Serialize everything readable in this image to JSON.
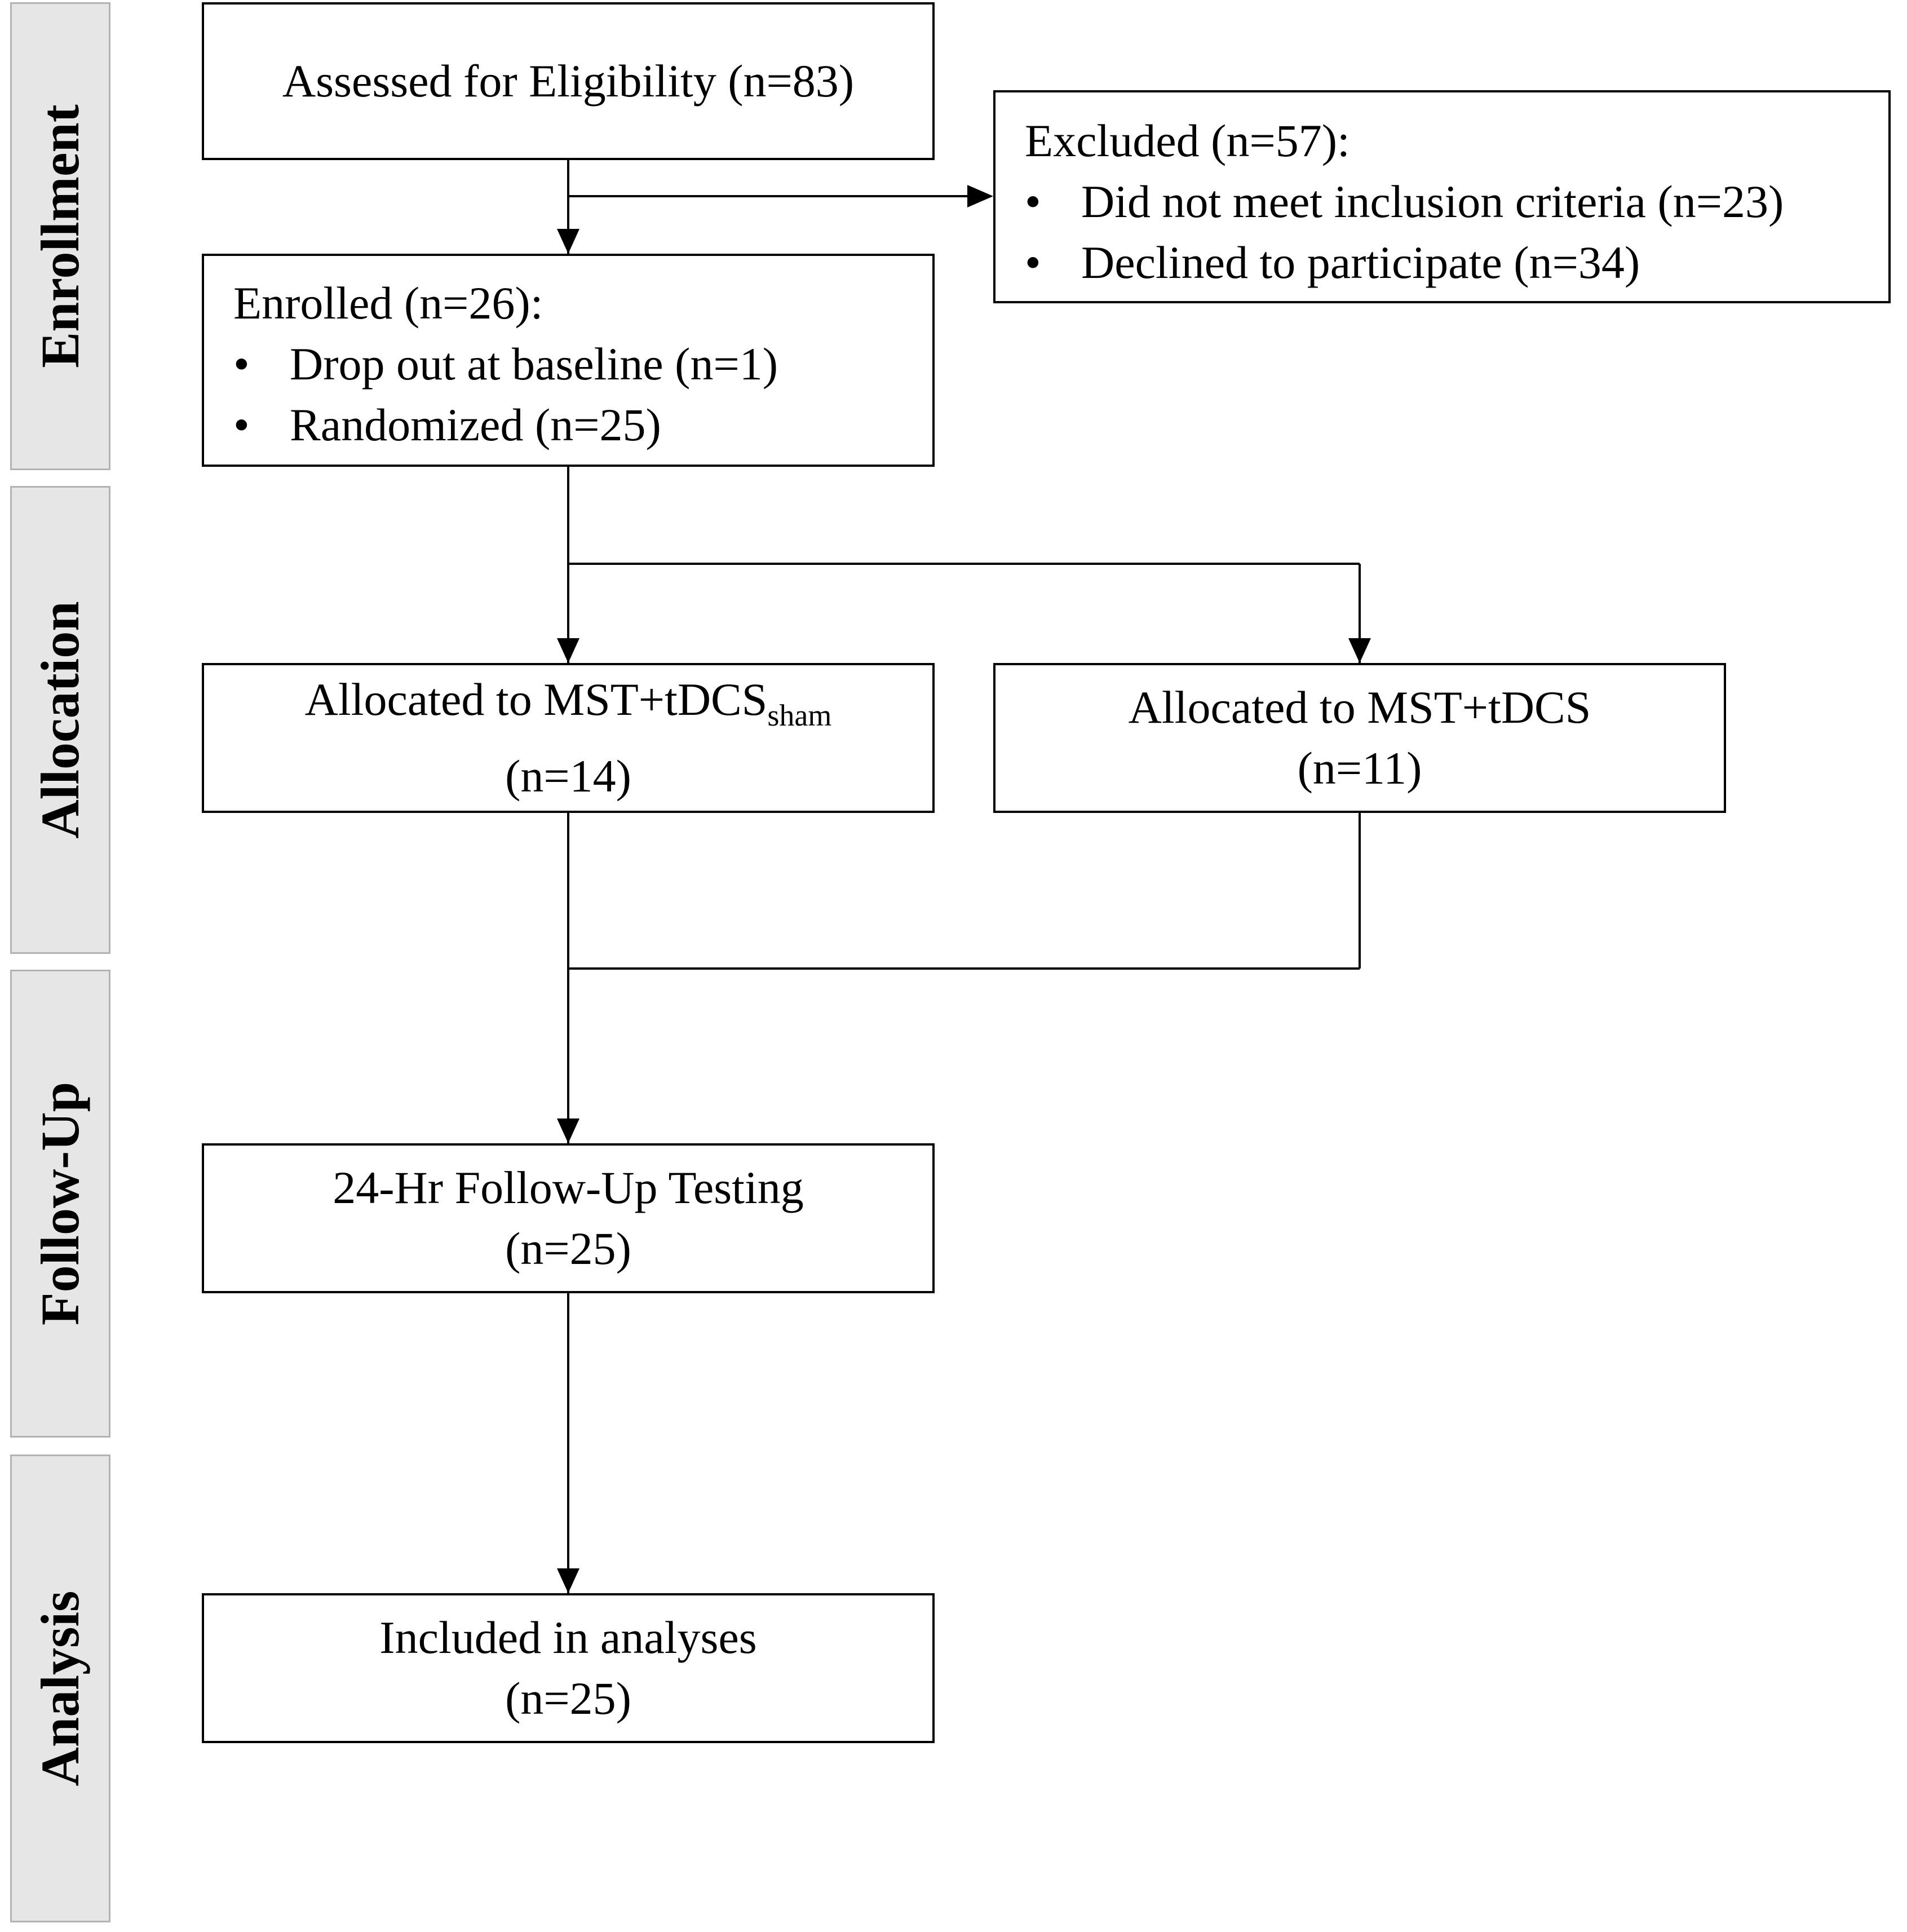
{
  "stages": [
    {
      "id": "enrollment",
      "label": "Enrollment"
    },
    {
      "id": "allocation",
      "label": "Allocation"
    },
    {
      "id": "followup",
      "label": "Follow-Up"
    },
    {
      "id": "analysis",
      "label": "Analysis"
    }
  ],
  "boxes": {
    "assessed": {
      "text": "Assessed for Eligibility (n=83)"
    },
    "excluded": {
      "title": "Excluded (n=57):",
      "items": [
        "Did not meet inclusion criteria (n=23)",
        "Declined to participate (n=34)"
      ]
    },
    "enrolled": {
      "title": "Enrolled (n=26):",
      "items": [
        "Drop out at baseline (n=1)",
        "Randomized (n=25)"
      ]
    },
    "alloc_sham": {
      "line1": "Allocated to MST+tDCS",
      "subscript": "sham",
      "line2": "(n=14)"
    },
    "alloc_active": {
      "line1": "Allocated to MST+tDCS",
      "line2": "(n=11)"
    },
    "followup": {
      "line1": "24-Hr Follow-Up Testing",
      "line2": "(n=25)"
    },
    "analysis": {
      "line1": "Included in analyses",
      "line2": "(n=25)"
    }
  }
}
